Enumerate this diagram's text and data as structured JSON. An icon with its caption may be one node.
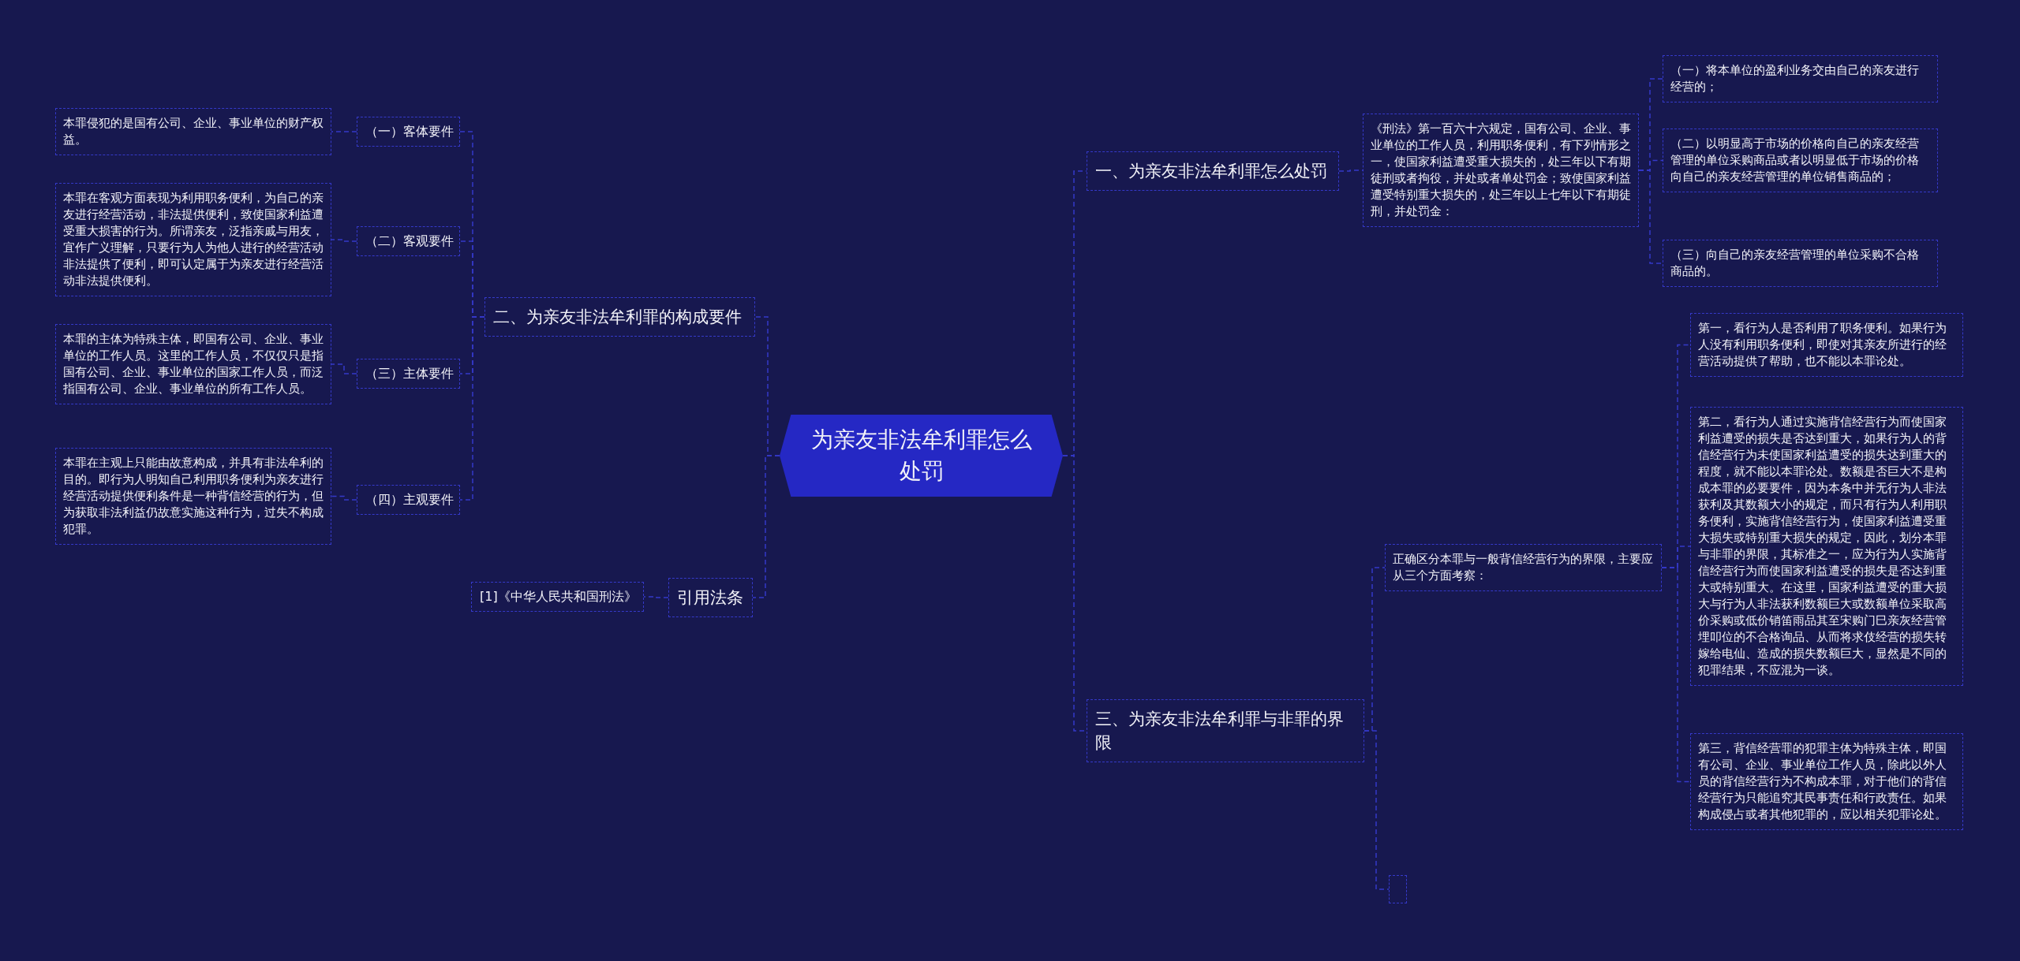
{
  "diagram": {
    "nodes": [
      {
        "text": [
          "为亲友非法牟利罪怎么处罚"
        ]
      },
      {
        "text": [
          "二、为亲友非法牟利罪的构成要件"
        ]
      },
      {
        "text": [
          "（一）客体要件"
        ]
      },
      {
        "text": [
          "本罪侵犯的是国有公司、企业、事业单位的财产权益。"
        ]
      },
      {
        "text": [
          "（二）客观要件"
        ]
      },
      {
        "text": [
          "本罪在客观方面表现为利用职务便利，为自己的亲友进行经营活动，非法提供便利，致使国家利益遭受重大损害的行为。所谓亲友，泛指亲戚与用友，宜作广义理解，只要行为人为他人进行的经营活动非法提供了便利，即可认定属于为亲友进行经营活动非法提供便利。"
        ]
      },
      {
        "text": [
          "（三）主体要件"
        ]
      },
      {
        "text": [
          "本罪的主体为特殊主体，即国有公司、企业、事业单位的工作人员。这里的工作人员，不仅仅只是指国有公司、企业、事业单位的国家工作人员，而泛指国有公司、企业、事业单位的所有工作人员。"
        ]
      },
      {
        "text": [
          "（四）主观要件"
        ]
      },
      {
        "text": [
          "本罪在主观上只能由故意构成，并具有非法牟利的目的。即行为人明知自己利用职务便利为亲友进行经营活动提供便利条件是一种背信经营的行为，但为获取非法利益仍故意实施这种行为，过失不构成犯罪。"
        ]
      },
      {
        "text": [
          "引用法条"
        ]
      },
      {
        "text": [
          "[1]《中华人民共和国刑法》"
        ]
      },
      {
        "text": [
          "一、为亲友非法牟利罪怎么处罚"
        ]
      },
      {
        "text": [
          "《刑法》第一百六十六规定，国有公司、企业、事业单位的工作人员，利用职务便利，有下列情形之一，使国家利益遭受重大损失的，处三年以下有期徒刑或者拘役，并处或者单处罚金；致使国家利益遭受特别重大损失的，处三年以上七年以下有期徒刑，并处罚金："
        ]
      },
      {
        "text": [
          "（一）将本单位的盈利业务交由自己的亲友进行经营的；"
        ]
      },
      {
        "text": [
          "（二）以明显高于市场的价格向自己的亲友经营管理的单位采购商品或者以明显低于市场的价格向自己的亲友经营管理的单位销售商品的；"
        ]
      },
      {
        "text": [
          "（三）向自己的亲友经营管理的单位采购不合格商品的。"
        ]
      },
      {
        "text": [
          "三、为亲友非法牟利罪与非罪的界限"
        ]
      },
      {
        "text": [
          "正确区分本罪与一般背信经营行为的界限，主要应从三个方面考察："
        ]
      },
      {
        "text": [
          "第一，看行为人是否利用了职务便利。如果行为人没有利用职务便利，即使对其亲友所进行的经营活动提供了帮助，也不能以本罪论处。"
        ]
      },
      {
        "text": [
          "第二，看行为人通过实施背信经营行为而使国家利益遭受的损失是否达到重大，如果行为人的背信经营行为未使国家利益遭受的损失达到重大的程度，就不能以本罪论处。数额是否巨大不是构成本罪的必要要件，因为本条中并无行为人非法获利及其数额大小的规定，而只有行为人利用职务便利，实施背信经营行为，使国家利益遭受重大损失或特别重大损失的规定，因此，划分本罪与非罪的界限，其标准之一，应为行为人实施背信经营行为而使国家利益遭受的损失是否达到重大或特别重大。在这里，国家利益遭受的重大损大与行为人非法获利数额巨大或数额单位采取高价采购或低价销笛雨品其至宋购门巳亲灰经营管埋叩位的不合格询品、从而将求伎经营的损失转嫁给电仙、造成的损失数额巨大，显然是不同的犯罪结果，不应混为一谈。"
        ]
      },
      {
        "text": [
          "第三，背信经营罪的犯罪主体为特殊主体，即国有公司、企业、事业单位工作人员，除此以外人员的背信经营行为不构成本罪，对于他们的背信经营行为只能追究其民事责任和行政责任。如果构成侵占或者其他犯罪的，应以相关犯罪论处。"
        ]
      },
      {
        "text": [],
        "shape": "box"
      }
    ],
    "edges": [
      {
        "from": 0,
        "to": 1,
        "arrow": "none"
      },
      {
        "from": 1,
        "to": 2,
        "arrow": "none"
      },
      {
        "from": 2,
        "to": 3,
        "arrow": "none"
      },
      {
        "from": 1,
        "to": 4,
        "arrow": "none"
      },
      {
        "from": 4,
        "to": 5,
        "arrow": "none"
      },
      {
        "from": 1,
        "to": 6,
        "arrow": "none"
      },
      {
        "from": 6,
        "to": 7,
        "arrow": "none"
      },
      {
        "from": 1,
        "to": 8,
        "arrow": "none"
      },
      {
        "from": 8,
        "to": 9,
        "arrow": "none"
      },
      {
        "from": 0,
        "to": 10,
        "arrow": "none"
      },
      {
        "from": 10,
        "to": 11,
        "arrow": "none"
      },
      {
        "from": 0,
        "to": 12,
        "arrow": "none"
      },
      {
        "from": 12,
        "to": 13,
        "arrow": "none"
      },
      {
        "from": 13,
        "to": 14,
        "arrow": "none"
      },
      {
        "from": 13,
        "to": 15,
        "arrow": "none"
      },
      {
        "from": 13,
        "to": 16,
        "arrow": "none"
      },
      {
        "from": 0,
        "to": 17,
        "arrow": "none"
      },
      {
        "from": 17,
        "to": 18,
        "arrow": "none"
      },
      {
        "from": 18,
        "to": 19,
        "arrow": "none"
      },
      {
        "from": 18,
        "to": 20,
        "arrow": "none"
      },
      {
        "from": 18,
        "to": 21,
        "arrow": "none"
      },
      {
        "from": 17,
        "to": 22,
        "arrow": "none"
      }
    ]
  }
}
